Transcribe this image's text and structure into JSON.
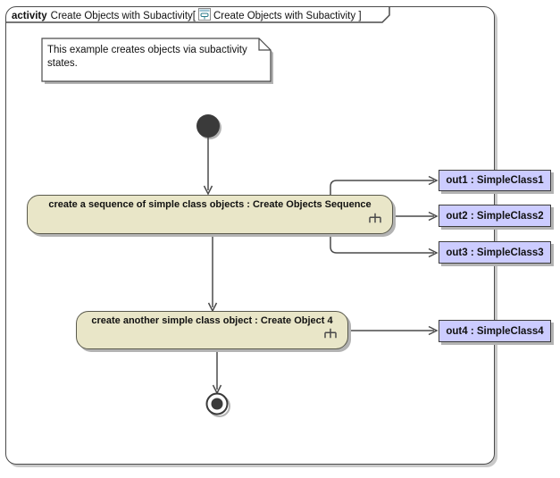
{
  "colors": {
    "action_fill": "#e9e6c8",
    "pin_fill": "#ccccff",
    "border": "#4a4a4a",
    "line": "#4a4a4a",
    "shadow": "#b3b3b3",
    "frame_shadow": "#c9c9c9"
  },
  "frame": {
    "keyword": "activity",
    "name": "Create Objects with Subactivity[",
    "diagram_ref": "Create Objects with Subactivity ]"
  },
  "note": {
    "text": "This example creates objects via subactivity states."
  },
  "actions": [
    {
      "label": "create a sequence of simple class objects : Create Objects Sequence"
    },
    {
      "label": "create another simple class object : Create Object 4"
    }
  ],
  "pins": [
    {
      "label": "out1 : SimpleClass1"
    },
    {
      "label": "out2 : SimpleClass2"
    },
    {
      "label": "out3 : SimpleClass3"
    },
    {
      "label": "out4 : SimpleClass4"
    }
  ],
  "icons": {
    "title_icon": "activity-diagram-icon",
    "subactivity_icon": "rake-icon"
  }
}
